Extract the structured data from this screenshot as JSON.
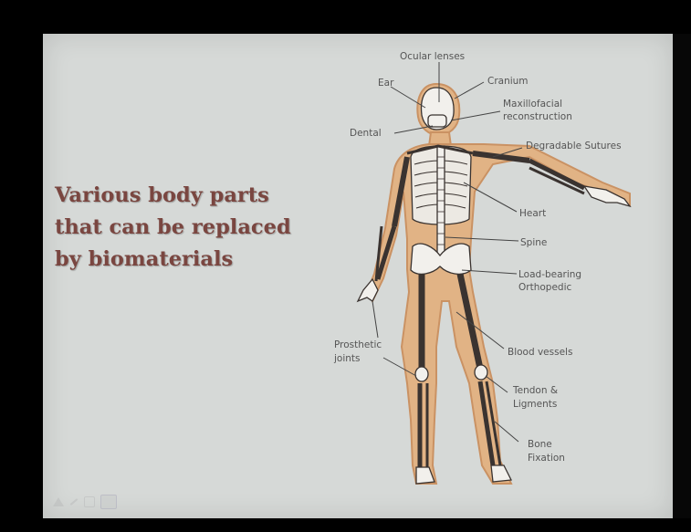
{
  "slide": {
    "heading_lines": [
      "Various body parts",
      "that can be replaced",
      "by biomaterials"
    ]
  },
  "labels": {
    "ocular_lenses": "Ocular lenses",
    "cranium": "Cranium",
    "ear": "Ear",
    "maxillofacial_1": "Maxillofacial",
    "maxillofacial_2": "reconstruction",
    "dental": "Dental",
    "degradable_sutures": "Degradable Sutures",
    "heart": "Heart",
    "spine": "Spine",
    "load_bearing_1": "Load-bearing",
    "load_bearing_2": "Orthopedic",
    "prosthetic_1": "Prosthetic",
    "prosthetic_2": "joints",
    "blood_vessels": "Blood vessels",
    "tendon_1": "Tendon &",
    "tendon_2": "Ligments",
    "bone_1": "Bone",
    "bone_2": "Fixation"
  },
  "colors": {
    "slide_bg": "#d6d9d7",
    "heading": "#7a4640",
    "body_fill": "#e3b07f",
    "bone": "#f2f0ec",
    "bone_outline": "#3a3330",
    "label_text": "#555555"
  }
}
